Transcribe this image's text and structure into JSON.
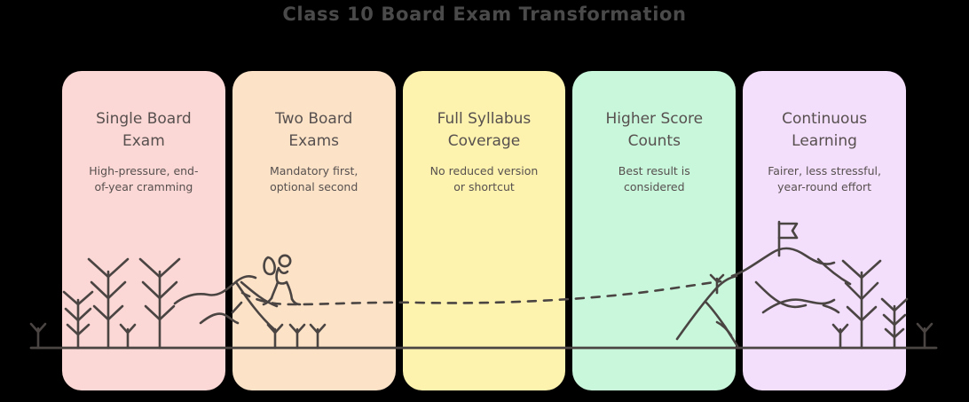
{
  "title": "Class 10 Board Exam Transformation",
  "theme": {
    "background": "#000000",
    "title_color": "#4a4a4a",
    "text_color": "#57504f",
    "ink_color": "#4a4443"
  },
  "panels": [
    {
      "id": "single-board-exam",
      "title": "Single Board\nExam",
      "subtitle": "High-pressure, end-\nof-year cramming",
      "color": "#fbd8d5"
    },
    {
      "id": "two-board-exams",
      "title": "Two Board\nExams",
      "subtitle": "Mandatory first,\noptional second",
      "color": "#fce3c8"
    },
    {
      "id": "full-syllabus-coverage",
      "title": "Full Syllabus\nCoverage",
      "subtitle": "No reduced version\nor shortcut",
      "color": "#fdf3ae"
    },
    {
      "id": "higher-score-counts",
      "title": "Higher Score\nCounts",
      "subtitle": "Best result is\nconsidered",
      "color": "#c9f7dc"
    },
    {
      "id": "continuous-learning",
      "title": "Continuous\nLearning",
      "subtitle": "Fairer, less stressful,\nyear-round effort",
      "color": "#f3defc"
    }
  ],
  "illustration": {
    "description": "hand-drawn hiking journey from forest to flagged summit",
    "elements": [
      "pine-trees",
      "hiker-with-backpack",
      "dashed-trail-path",
      "hill-ridges",
      "mountain-summit",
      "summit-flag",
      "ground-line",
      "saplings"
    ]
  }
}
